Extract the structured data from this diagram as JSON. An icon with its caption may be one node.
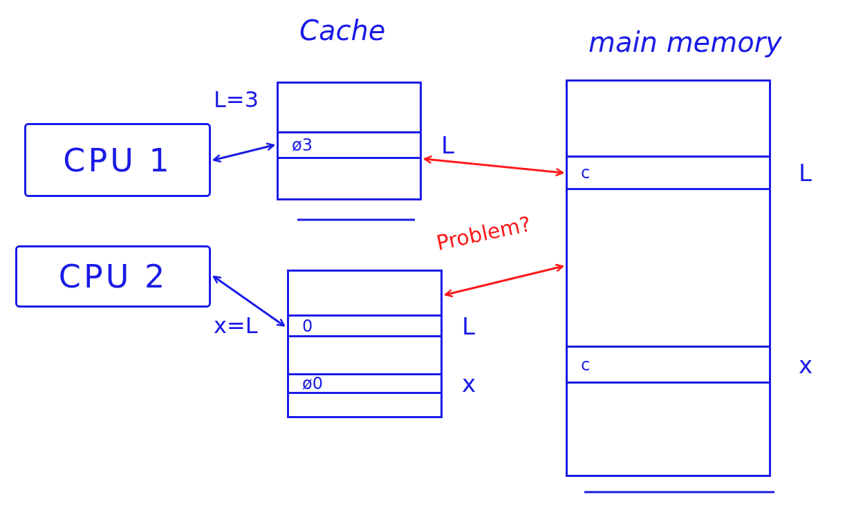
{
  "diagram": {
    "nodes": [
      {
        "text": [
          "CPU 1"
        ]
      },
      {
        "text": [
          "CPU 2"
        ]
      },
      {
        "text": [
          "Cache"
        ]
      },
      {
        "text": [
          "ø3"
        ],
        "in": 2,
        "beside": [
          "L"
        ]
      },
      {
        "text": [],
        "shape": "box"
      },
      {
        "text": [
          "0"
        ],
        "in": 4,
        "beside": [
          "L"
        ]
      },
      {
        "text": [
          "ø0"
        ],
        "in": 4,
        "beside": [
          "x"
        ]
      },
      {
        "text": [
          "main memory"
        ]
      },
      {
        "text": [
          "c"
        ],
        "in": 7,
        "beside": [
          "L"
        ]
      },
      {
        "text": [
          "c"
        ],
        "in": 7,
        "beside": [
          "x"
        ]
      }
    ],
    "edges": [
      {
        "from": 0,
        "to": 3,
        "arrow": "both",
        "label": "L=3"
      },
      {
        "from": 1,
        "to": 5,
        "arrow": "both",
        "label": "x=L"
      },
      {
        "from": 3,
        "to": 8,
        "arrow": "both",
        "color": "#ff1a1a"
      },
      {
        "from": 4,
        "to": 7,
        "arrow": "both",
        "color": "#ff1a1a"
      }
    ],
    "labels": [
      "Problem?"
    ]
  }
}
